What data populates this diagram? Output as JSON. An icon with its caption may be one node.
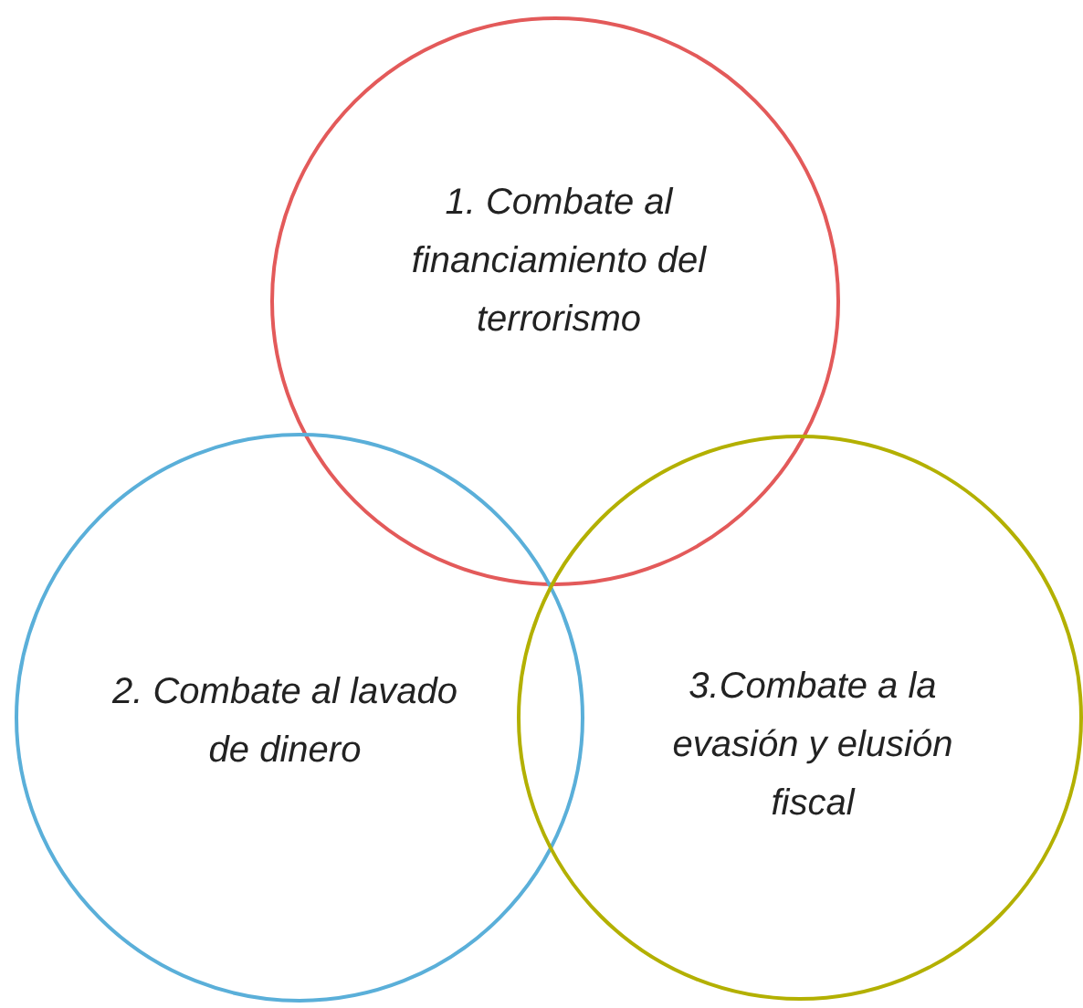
{
  "diagram": {
    "nodes": [
      {
        "text": [
          "1. Combate al financiamiento del terrorismo"
        ]
      },
      {
        "text": [
          "2. Combate al lavado de dinero"
        ]
      },
      {
        "text": [
          "3.Combate a la evasión y elusión fiscal"
        ]
      }
    ]
  }
}
